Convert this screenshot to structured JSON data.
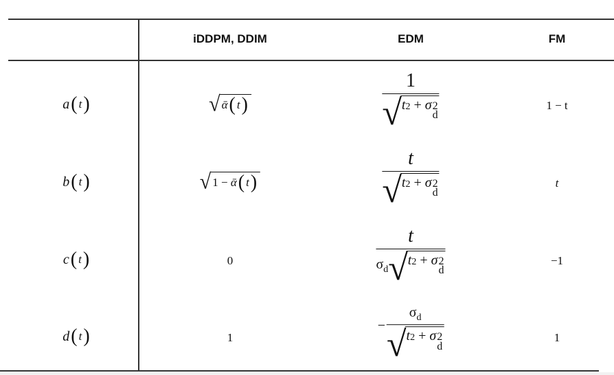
{
  "headers": [
    "",
    "iDDPM, DDIM",
    "EDM",
    "FM"
  ],
  "rows": [
    {
      "fn": "a",
      "arg": "t",
      "iddpm": {
        "pre": "",
        "op": "",
        "sym": "ᾱ",
        "arg": "t"
      },
      "edm": {
        "sign": "",
        "num": "1",
        "den_prefix": false
      },
      "fm": "1 − t"
    },
    {
      "fn": "b",
      "arg": "t",
      "iddpm": {
        "pre": "1",
        "op": "−",
        "sym": "ᾱ",
        "arg": "t"
      },
      "edm": {
        "sign": "",
        "num": "t",
        "den_prefix": false
      },
      "fm": "t"
    },
    {
      "fn": "c",
      "arg": "t",
      "iddpm": {
        "value": "0"
      },
      "edm": {
        "sign": "",
        "num": "t",
        "den_prefix": true
      },
      "fm": "−1"
    },
    {
      "fn": "d",
      "arg": "t",
      "iddpm": {
        "value": "1"
      },
      "edm": {
        "sign": "−",
        "num": "σd",
        "den_prefix": false
      },
      "fm": "1"
    }
  ],
  "edm_denominator": {
    "var": "t",
    "exp": "2",
    "op": "+",
    "sym": "σ",
    "sub": "d",
    "sup": "2"
  }
}
